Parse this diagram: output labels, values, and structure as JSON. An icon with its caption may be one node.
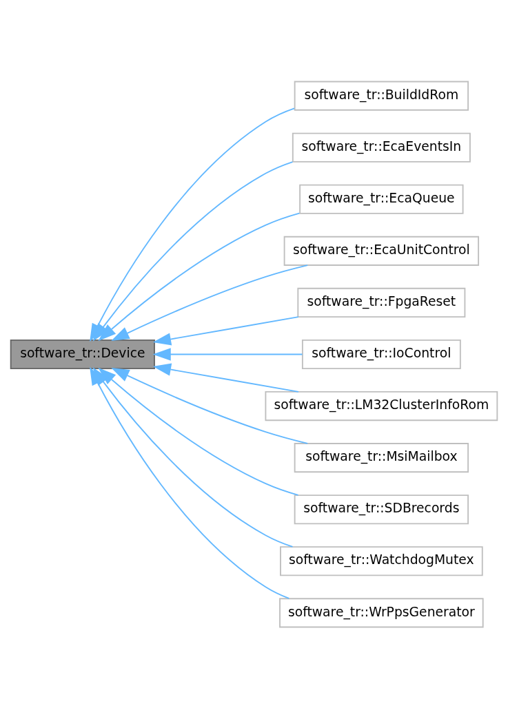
{
  "diagram": {
    "nodes": [
      {
        "text": [
          "software_tr::Device"
        ]
      },
      {
        "text": [
          "software_tr::BuildIdRom"
        ]
      },
      {
        "text": [
          "software_tr::EcaEventsIn"
        ]
      },
      {
        "text": [
          "software_tr::EcaQueue"
        ]
      },
      {
        "text": [
          "software_tr::EcaUnitControl"
        ]
      },
      {
        "text": [
          "software_tr::FpgaReset"
        ]
      },
      {
        "text": [
          "software_tr::IoControl"
        ]
      },
      {
        "text": [
          "software_tr::LM32ClusterInfoRom"
        ]
      },
      {
        "text": [
          "software_tr::MsiMailbox"
        ]
      },
      {
        "text": [
          "software_tr::SDBrecords"
        ]
      },
      {
        "text": [
          "software_tr::WatchdogMutex"
        ]
      },
      {
        "text": [
          "software_tr::WrPpsGenerator"
        ]
      }
    ],
    "edges": [
      {
        "from": 1,
        "to": 0,
        "arrow": "to"
      },
      {
        "from": 2,
        "to": 0,
        "arrow": "to"
      },
      {
        "from": 3,
        "to": 0,
        "arrow": "to"
      },
      {
        "from": 4,
        "to": 0,
        "arrow": "to"
      },
      {
        "from": 5,
        "to": 0,
        "arrow": "to"
      },
      {
        "from": 6,
        "to": 0,
        "arrow": "to"
      },
      {
        "from": 7,
        "to": 0,
        "arrow": "to"
      },
      {
        "from": 8,
        "to": 0,
        "arrow": "to"
      },
      {
        "from": 9,
        "to": 0,
        "arrow": "to"
      },
      {
        "from": 10,
        "to": 0,
        "arrow": "to"
      },
      {
        "from": 11,
        "to": 0,
        "arrow": "to"
      }
    ]
  }
}
